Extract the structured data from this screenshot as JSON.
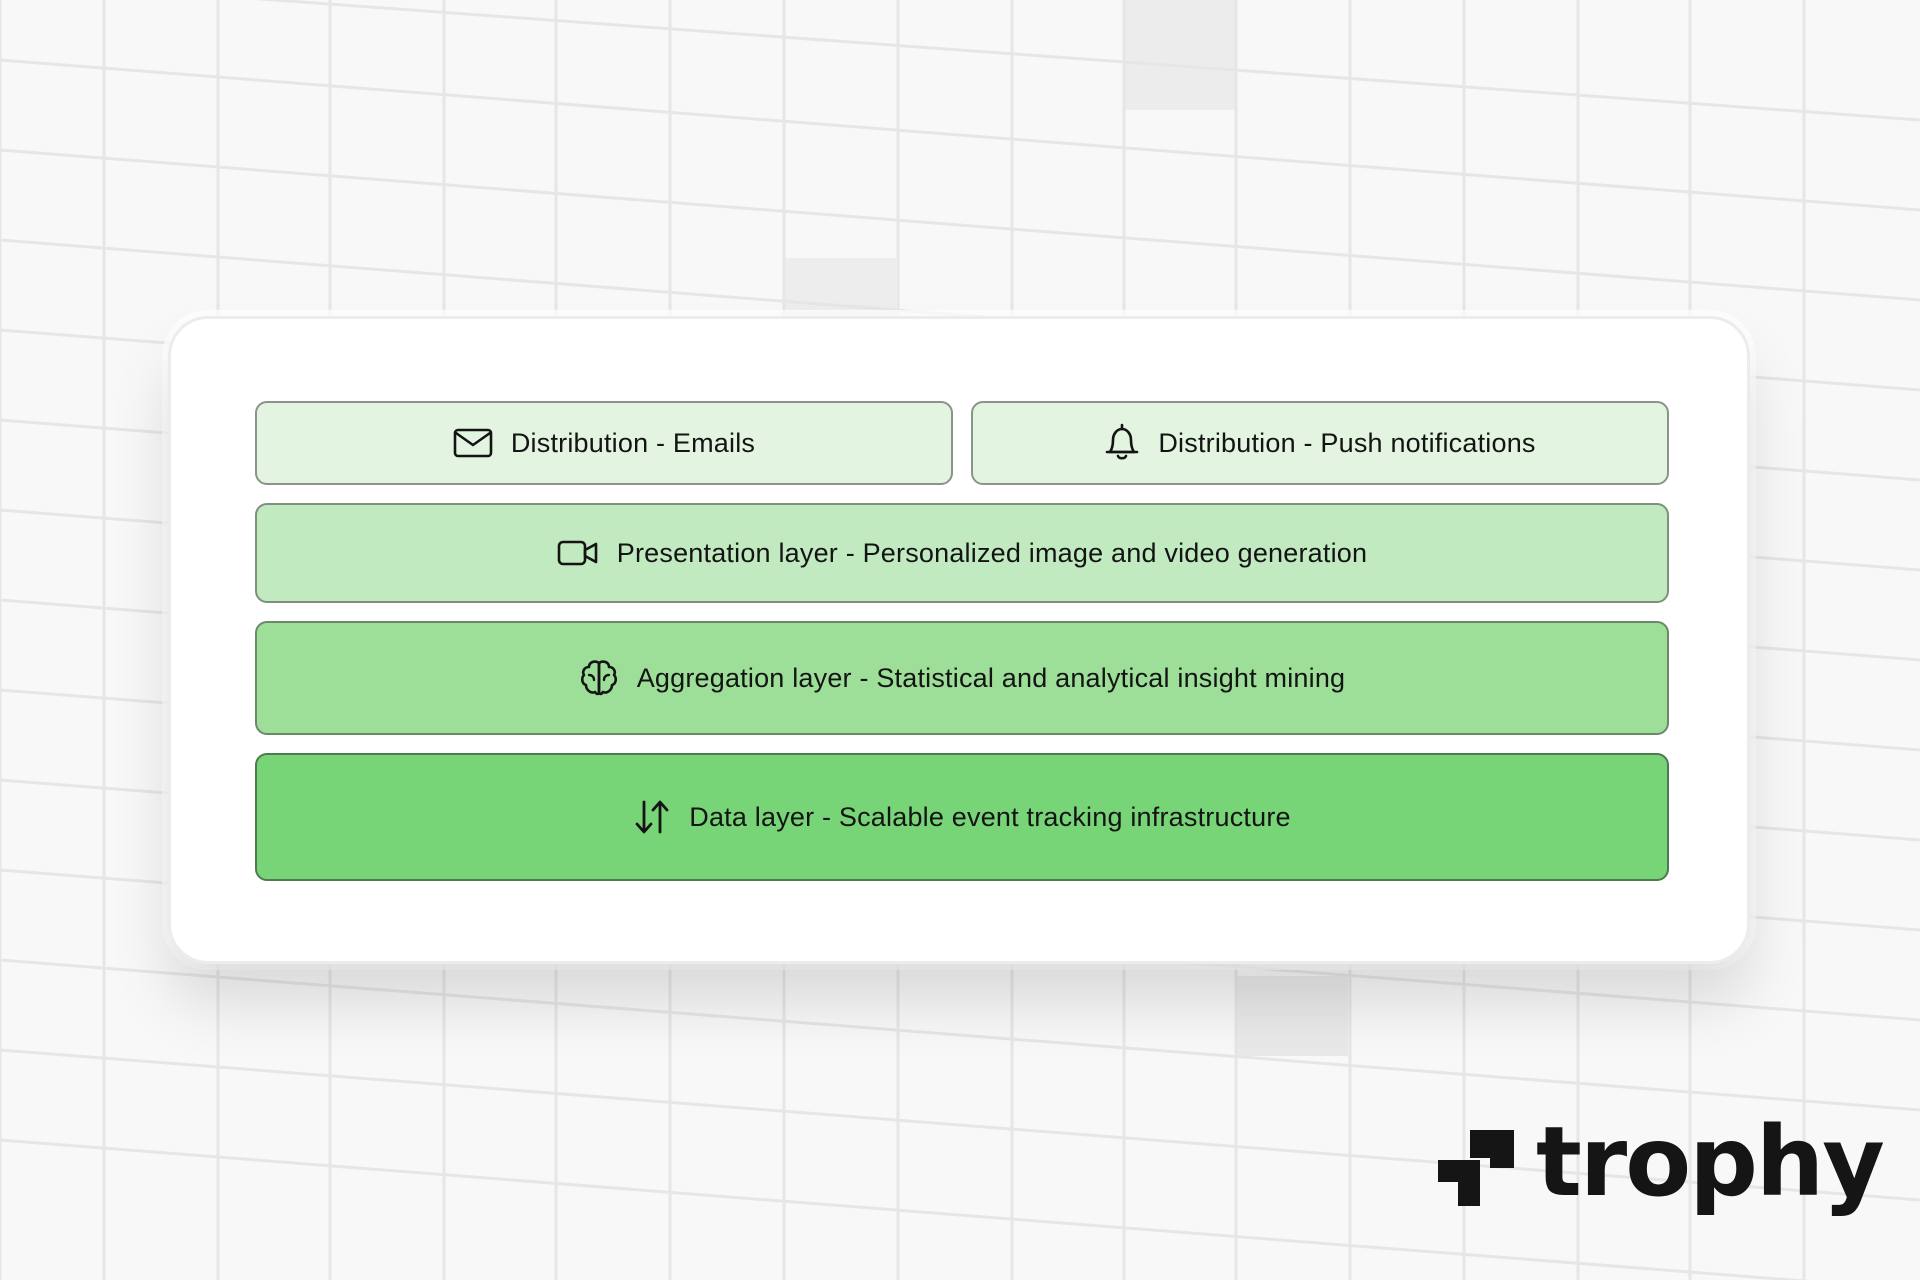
{
  "layers": {
    "distribution_emails": {
      "label": "Distribution - Emails",
      "icon": "mail-icon"
    },
    "distribution_push": {
      "label": "Distribution - Push notifications",
      "icon": "bell-icon"
    },
    "presentation": {
      "label": "Presentation layer - Personalized image and video generation",
      "icon": "video-camera-icon"
    },
    "aggregation": {
      "label": "Aggregation layer - Statistical and analytical insight mining",
      "icon": "brain-icon"
    },
    "data": {
      "label": "Data layer - Scalable event tracking infrastructure",
      "icon": "arrows-up-down-icon"
    }
  },
  "colors": {
    "distribution": "#e3f4e1",
    "presentation": "#c1eac0",
    "aggregation": "#9ddf98",
    "data": "#77d477",
    "background": "#f7f7f7"
  },
  "brand": {
    "name": "trophy"
  }
}
